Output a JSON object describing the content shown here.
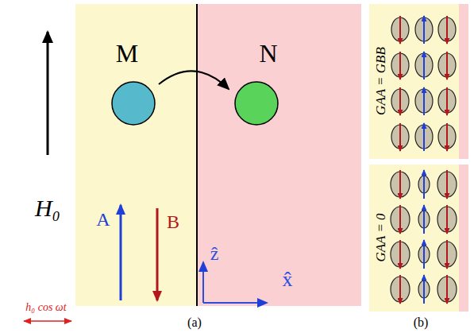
{
  "diagram": {
    "nodes": [
      {
        "text": [
          "M"
        ]
      },
      {
        "text": [
          "N"
        ]
      },
      {
        "text": [
          "GAA = GBB"
        ]
      },
      {
        "text": [
          "GAA = 0"
        ]
      }
    ],
    "labels": [
      "H₀",
      "A",
      "B",
      "h₀ cos ωt",
      "ẑ",
      "x̂",
      "(a)",
      "(b)"
    ]
  }
}
